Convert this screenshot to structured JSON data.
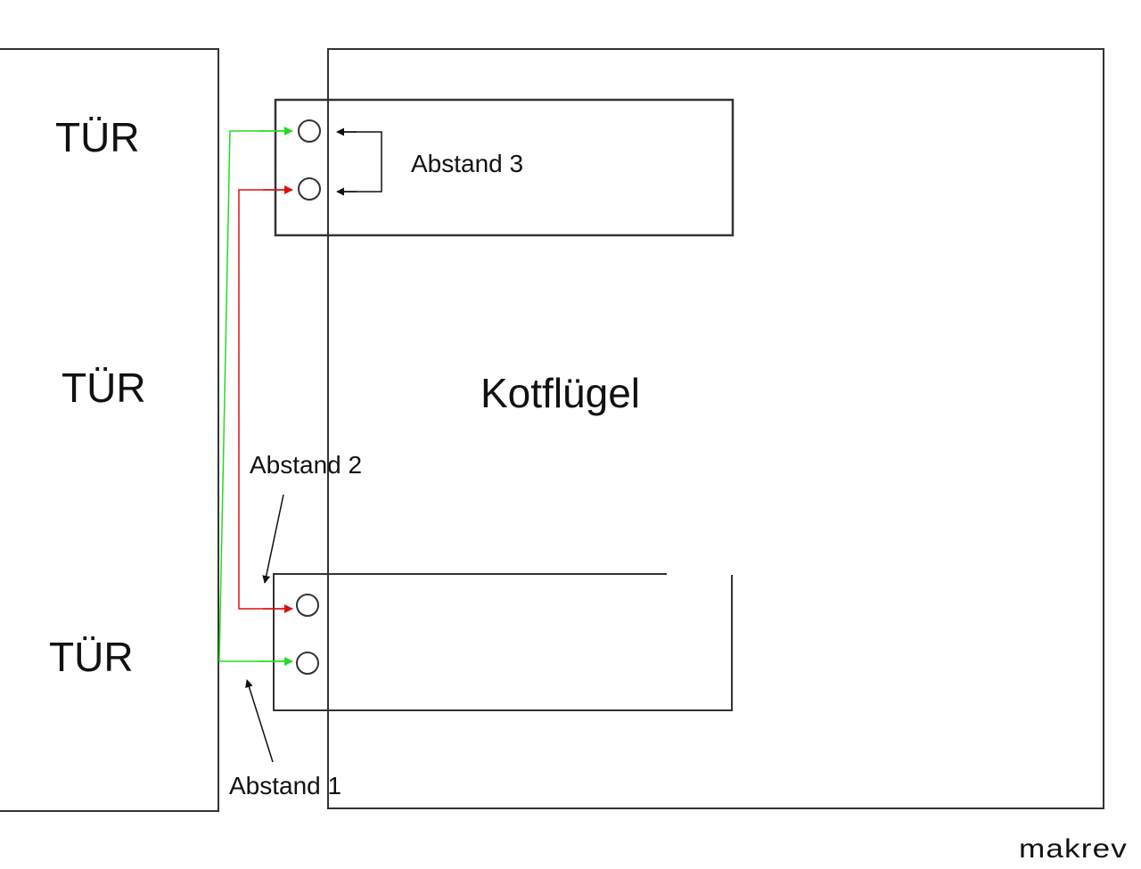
{
  "door": {
    "labels": [
      "TÜR",
      "TÜR",
      "TÜR"
    ]
  },
  "fender": {
    "label": "Kotflügel"
  },
  "distances": {
    "abstand1": "Abstand 1",
    "abstand2": "Abstand 2",
    "abstand3": "Abstand 3"
  },
  "watermark": "makrev",
  "colors": {
    "outline": "#333333",
    "green": "#22dd22",
    "red": "#dd1111",
    "arrow": "#111111"
  }
}
